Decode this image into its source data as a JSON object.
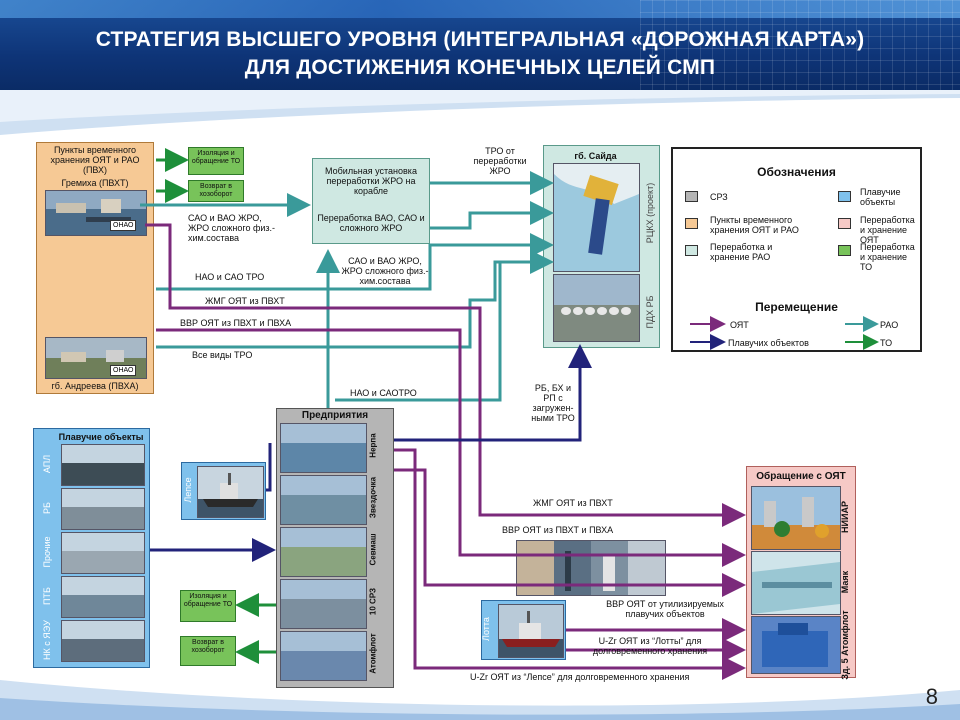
{
  "header": {
    "title_line1": "СТРАТЕГИЯ ВЫСШЕГО УРОВНЯ (ИНТЕГРАЛЬНАЯ «ДОРОЖНАЯ КАРТА»)",
    "title_line2": "ДЛЯ ДОСТИЖЕНИЯ КОНЕЧНЫХ ЦЕЛЕЙ СМП"
  },
  "colors": {
    "header_blue": "#0e3477",
    "srz_gray": "#b5b5b5",
    "storage_orange": "#f6c995",
    "rao_teal": "#cfe8e2",
    "floating_blue": "#7fc1ec",
    "oyat_pink": "#f6c9c6",
    "to_green": "#78c35a",
    "arrow_purple": "#7b2a7b",
    "arrow_navy": "#22237a",
    "arrow_teal": "#3a9a9a",
    "arrow_green": "#1e8f3a"
  },
  "storage": {
    "title": "Пункты временного хранения ОЯТ и РАО (ПВХ)",
    "gremikha": "Гремиха (ПВХТ)",
    "onao": "ОНАО",
    "andreeva": "гб. Андреева (ПВХА)"
  },
  "green_top": {
    "isolation": "Изоляция и обращение ТО",
    "return": "Возврат в хозоборот"
  },
  "mobile": {
    "line1": "Мобильная установка переработки ЖРО на корабле",
    "line2": "Переработка ВАО, САО и сложного ЖРО"
  },
  "saida": {
    "title": "гб. Сайда",
    "rckh": "РЦКХ (проект)",
    "pdkh": "ПДХ РБ"
  },
  "legend": {
    "title": "Обозначения",
    "srz": "СРЗ",
    "storage": "Пункты временного хранения ОЯТ и РАО",
    "rao": "Переработка и хранение РАО",
    "floating": "Плавучие объекты",
    "oyat": "Переработка и хранение ОЯТ",
    "to": "Переработка и хранение ТО",
    "movement_title": "Перемещение",
    "mv_oyat": "ОЯТ",
    "mv_floating": "Плавучих объектов",
    "mv_rao": "РАО",
    "mv_to": "ТО"
  },
  "arrows": {
    "sao_vao": "САО и ВАО ЖРО, ЖРО сложного физ.-хим.состава",
    "nao_sao_tro_top": "НАО и САО ТРО",
    "tro_from": "ТРО от переработки ЖРО",
    "sao_vao_2": "САО и ВАО ЖРО, ЖРО сложного физ.-хим.состава",
    "zhmg": "ЖМГ ОЯТ из ПВХТ",
    "vvr": "ВВР ОЯТ из ПВХТ и ПВХА",
    "all_tro": "Все виды ТРО",
    "nao_sao_tro_bottom": "НАО и САОТРО",
    "rb_bkh": "РБ, БХ и РП с загружен-ными ТРО",
    "zhmg_right": "ЖМГ ОЯТ из ПВХТ",
    "vvr_right": "ВВР ОЯТ из ПВХТ и ПВХА",
    "vvr_util": "ВВР ОЯТ от утилизируемых плавучих объектов",
    "uzr_lotta": "U-Zr ОЯТ из “Лотты” для долговременного хранения",
    "uzr_lepse": "U-Zr ОЯТ из “Лепсе” для долговременного хранения"
  },
  "enterprises": {
    "title": "Предприятия",
    "items": [
      "Нерпа",
      "Звездочка",
      "Севмаш",
      "10 СРЗ",
      "Атомфлот"
    ]
  },
  "floating": {
    "title": "Плавучие объекты",
    "items": [
      "АПЛ",
      "РБ",
      "Прочие",
      "ПТБ",
      "НК с ЯЭУ"
    ]
  },
  "lepse": "Лепсе",
  "lotta": "Лотта",
  "green_bottom": {
    "isolation": "Изоляция и обращение ТО",
    "return": "Возврат в хозоборот"
  },
  "oyat_handling": {
    "title": "Обращение с ОЯТ",
    "niiar": "НИИАР",
    "mayak": "Маяк",
    "atomflot": "Зд. 5 Атомфлот"
  },
  "page_number": "8"
}
